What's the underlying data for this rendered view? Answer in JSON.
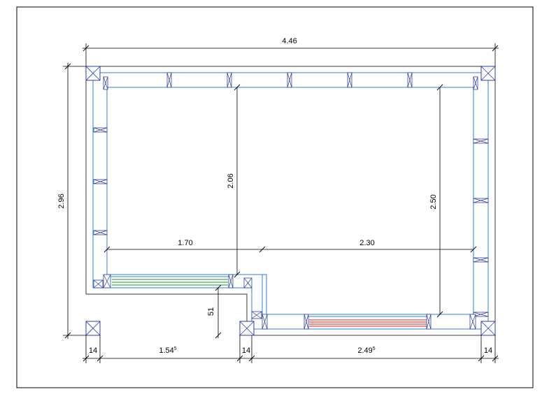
{
  "dimensions": {
    "overall_width": "4.46",
    "overall_height": "2.96",
    "interior_height_left": "2.06",
    "interior_height_right": "2.50",
    "inner_span_left": "1.70",
    "inner_span_right": "2.30",
    "step_depth": "51",
    "wall_left": "14",
    "segment_left_main": "1.54",
    "segment_left_sup": "5",
    "wall_middle": "14",
    "segment_right_main": "2.49",
    "segment_right_sup": "5",
    "wall_right": "14"
  },
  "glazing": {
    "left_window_color": "#1a9a2a",
    "right_window_color": "#d42020"
  },
  "colors": {
    "frame": "#000000",
    "inner_line": "#2e7fd6",
    "post": "#2b3f9e"
  }
}
